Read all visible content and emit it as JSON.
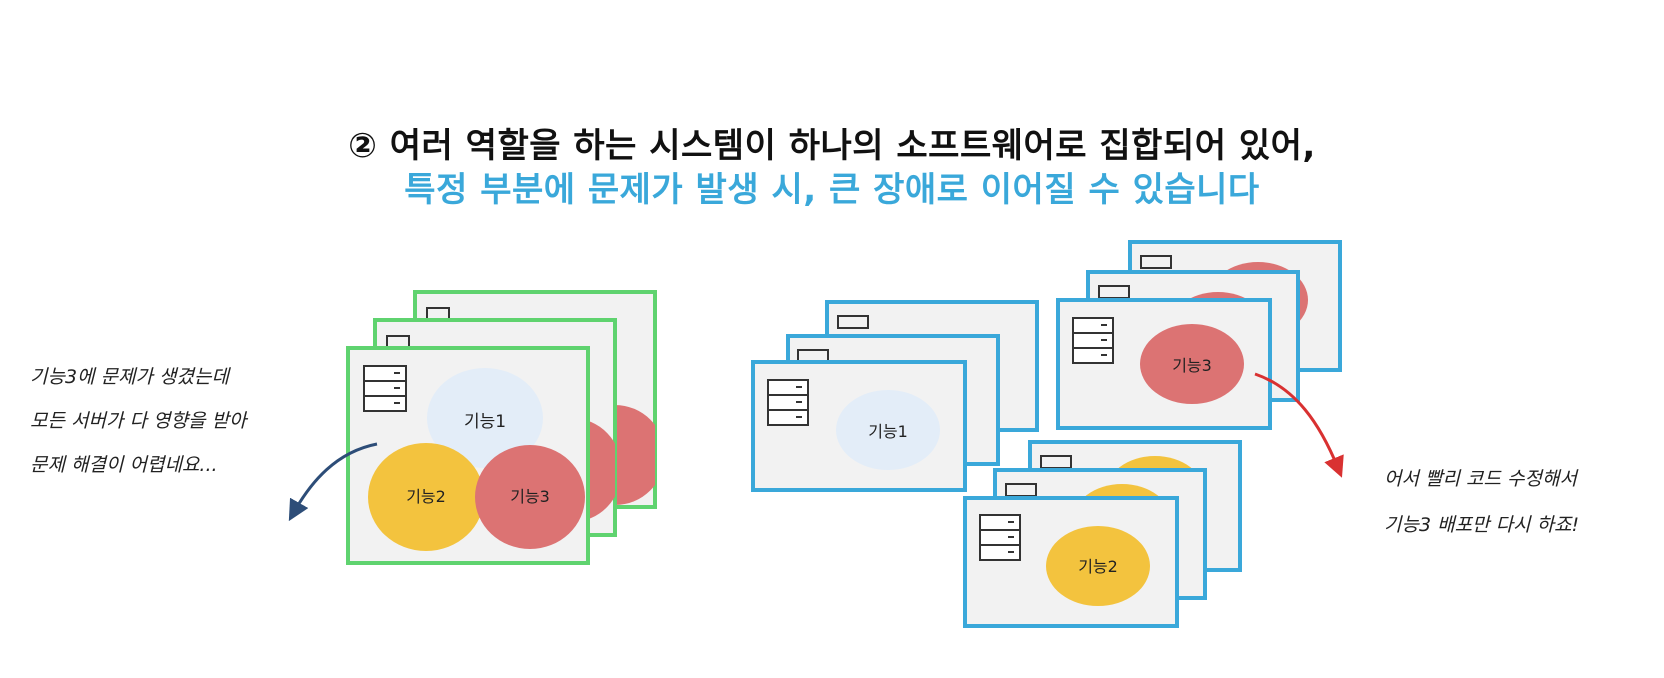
{
  "title": {
    "line1": "② 여러 역할을 하는 시스템이 하나의 소프트웨어로 집합되어 있어,",
    "line2": "특정 부분에 문제가 발생 시, 큰 장애로 이어질 수 있습니다"
  },
  "colors": {
    "title_primary": "#111111",
    "title_accent": "#3aa8da",
    "monolith_border": "#5fd36f",
    "micro_border": "#3aa8da",
    "card_fill": "#f2f2f2",
    "feature1": "#e3edf8",
    "feature2": "#f3c33e",
    "feature3": "#dc7373",
    "arrow_left": "#2d4d78",
    "arrow_right": "#d93131"
  },
  "icons": [
    "server-rack-icon"
  ],
  "features": {
    "f1": "기능1",
    "f2": "기능2",
    "f3": "기능3"
  },
  "notes": {
    "left": [
      "기능3에 문제가 생겼는데",
      "모든 서버가 다 영향을 받아",
      "문제 해결이 어렵네요..."
    ],
    "right": [
      "어서 빨리 코드 수정해서",
      "기능3 배포만 다시 하죠!"
    ]
  }
}
